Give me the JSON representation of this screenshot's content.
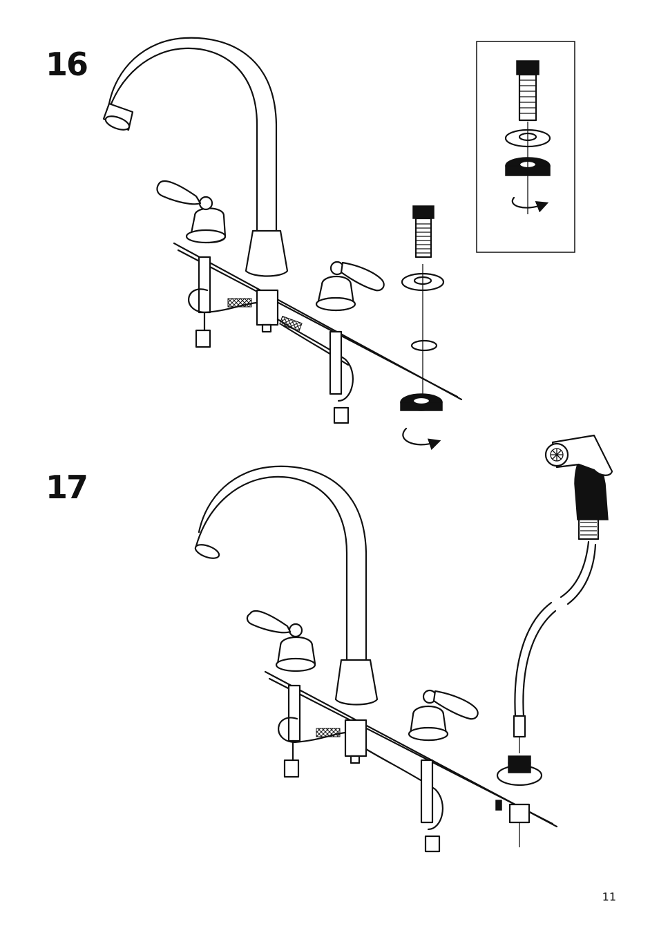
{
  "page": {
    "steps": [
      {
        "number": "16"
      },
      {
        "number": "17"
      }
    ],
    "page_number": "11"
  },
  "icons": {
    "step16_main": "faucet-assembly-illustration",
    "step16_detail": "mounting-detail-inset",
    "step17_main": "faucet-assembly-illustration",
    "step17_sprayer": "side-sprayer-illustration",
    "rotate": "rotate-arrow-icon"
  },
  "colors": {
    "ink": "#111111",
    "paper": "#ffffff"
  }
}
